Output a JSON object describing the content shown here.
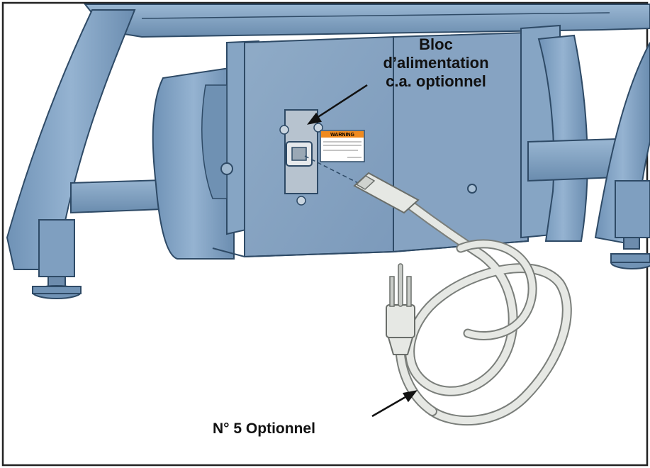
{
  "labels": {
    "ac_power_line1": "Bloc",
    "ac_power_line2": "d’alimentation",
    "ac_power_line3": "c.a. optionnel",
    "cord": "N° 5 Optionnel"
  },
  "warning_label": {
    "title": "WARNING"
  },
  "colors": {
    "frame_blue": "#7d9ec0",
    "frame_dark": "#3e5c7c",
    "cord": "#e6e8e4",
    "cord_outline": "#7a7e7a",
    "warning_orange": "#f08a1e"
  }
}
